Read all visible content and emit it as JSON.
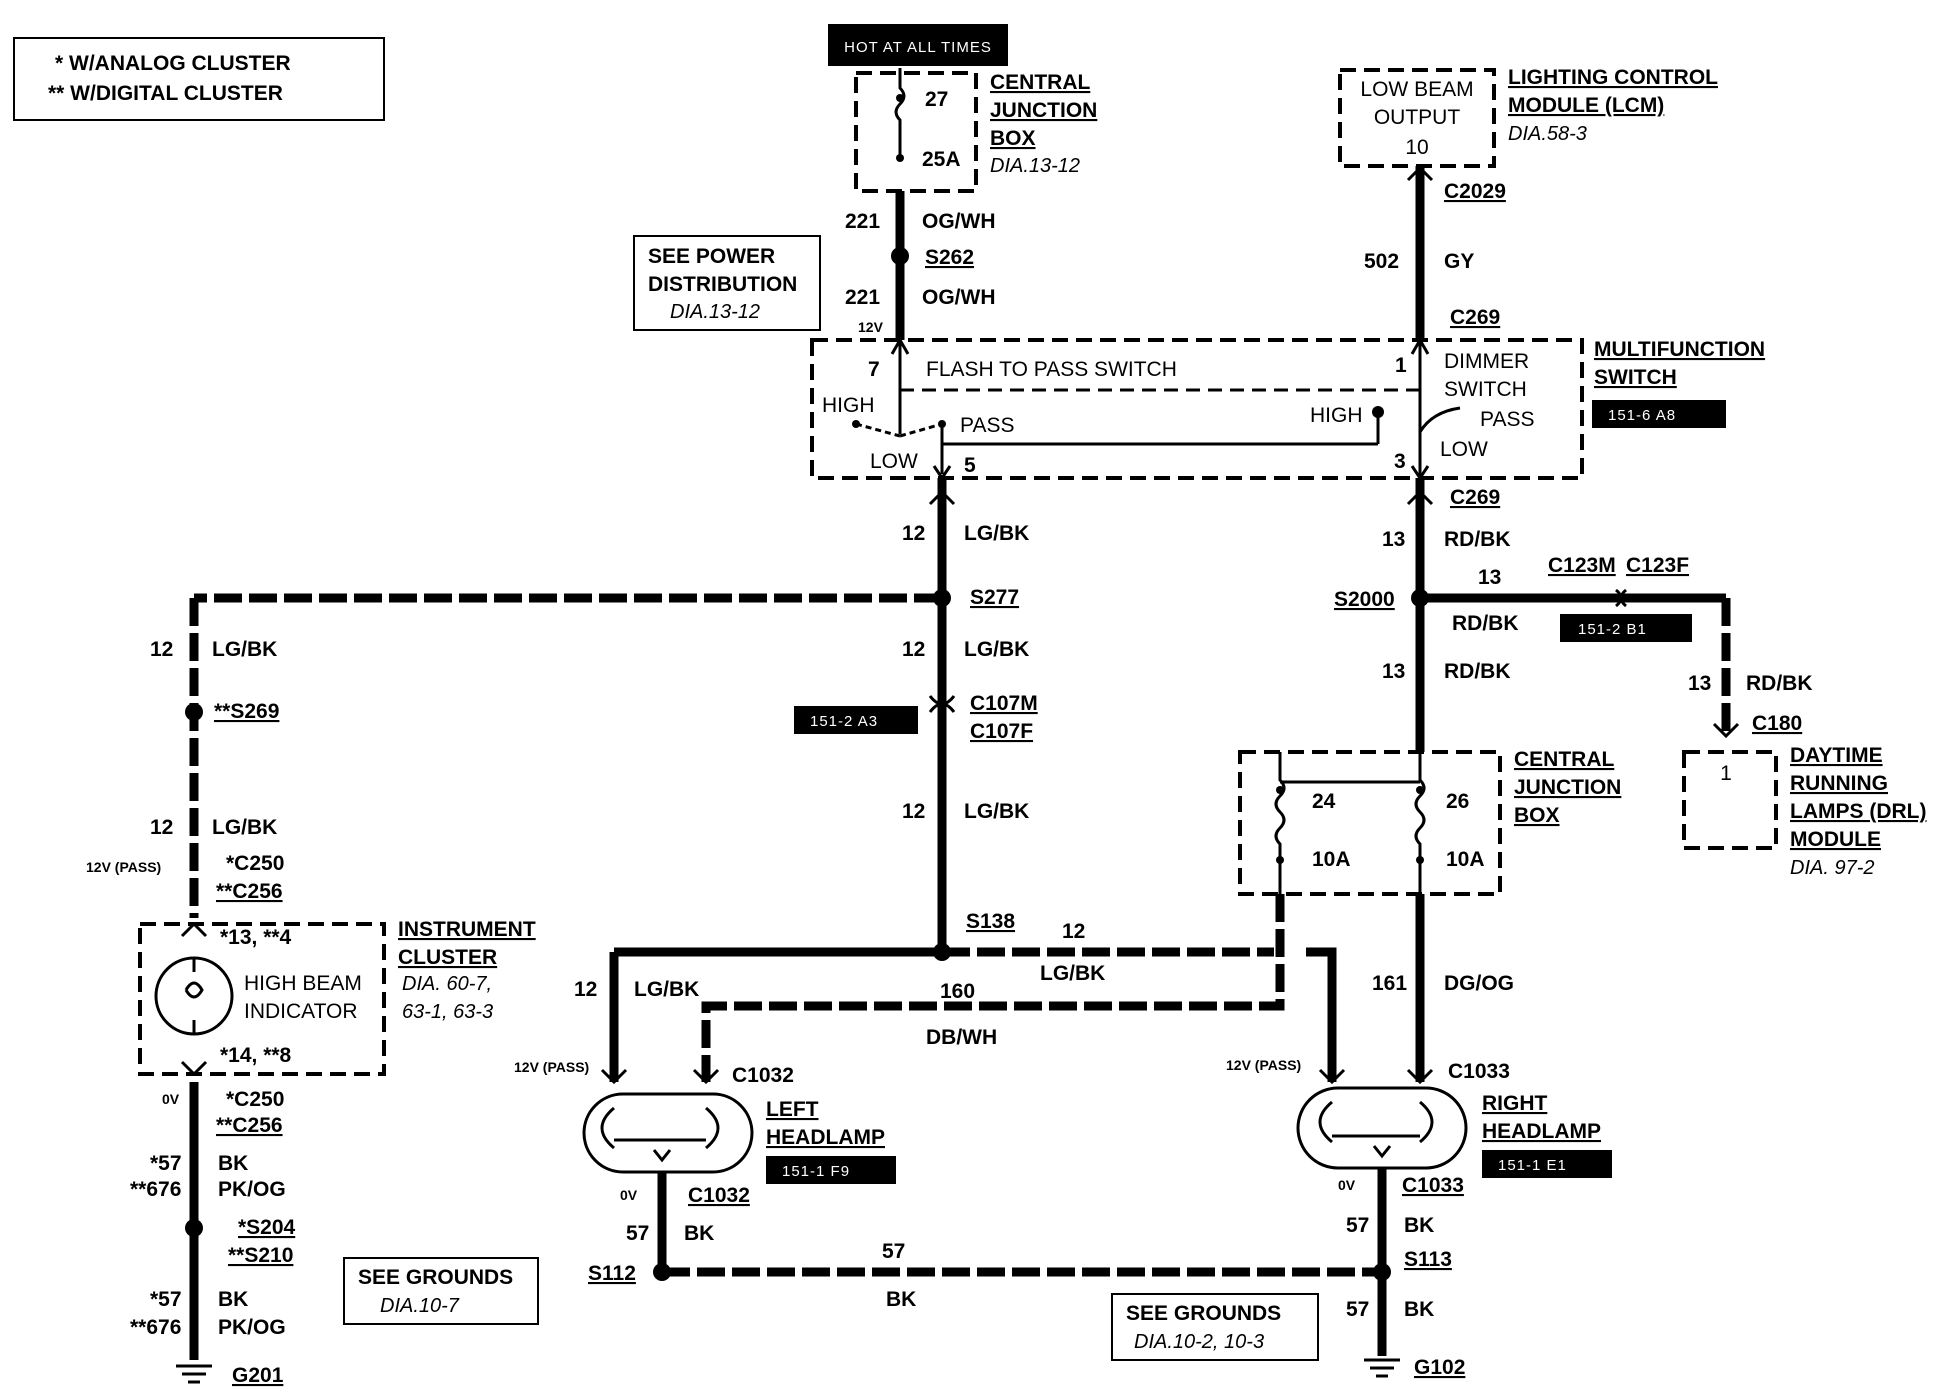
{
  "legend": {
    "analog": "* W/ANALOG CLUSTER",
    "digital": "** W/DIGITAL CLUSTER"
  },
  "hot": "HOT AT ALL TIMES",
  "cjb_top": {
    "fuse": "27",
    "amp": "25A",
    "l1": "CENTRAL",
    "l2": "JUNCTION",
    "l3": "BOX",
    "dia": "DIA.13-12"
  },
  "lcm": {
    "l1": "LOW BEAM",
    "l2": "OUTPUT",
    "pin": "10",
    "t1": "LIGHTING CONTROL",
    "t2": "MODULE (LCM)",
    "dia": "DIA.58-3"
  },
  "w221": {
    "num": "221",
    "color": "OG/WH"
  },
  "s262": "S262",
  "power": {
    "l1": "SEE POWER",
    "l2": "DISTRIBUTION",
    "dia": "DIA.13-12"
  },
  "c2029": "C2029",
  "w502": {
    "num": "502",
    "color": "GY"
  },
  "c269": "C269",
  "v12": "12V",
  "mfs": {
    "t1": "MULTIFUNCTION",
    "t2": "SWITCH",
    "ref": "151-6 A8",
    "p7": "7",
    "flash": "FLASH TO PASS SWITCH",
    "high": "HIGH",
    "pass": "PASS",
    "low": "LOW",
    "p5": "5",
    "p1": "1",
    "dim1": "DIMMER",
    "dim2": "SWITCH",
    "high2": "HIGH",
    "pass2": "PASS",
    "p3": "3",
    "low2": "LOW"
  },
  "wlgbk": {
    "num": "12",
    "color": "LG/BK"
  },
  "wrdbk": {
    "num": "13",
    "color": "RD/BK"
  },
  "s277": "S277",
  "s2000": "S2000",
  "c123m": "C123M",
  "c123f": "C123F",
  "ref_b1": "151-2 B1",
  "ref_a3": "151-2 A3",
  "c107m": "C107M",
  "c107f": "C107F",
  "s269": "**S269",
  "c180": "C180",
  "drl": {
    "pin": "1",
    "l1": "DAYTIME",
    "l2": "RUNNING",
    "l3": "LAMPS (DRL)",
    "l4": "MODULE",
    "dia": "DIA. 97-2"
  },
  "cjb2": {
    "l1": "CENTRAL",
    "l2": "JUNCTION",
    "l3": "BOX",
    "f24": "24",
    "f26": "26",
    "a24": "10A",
    "a26": "10A"
  },
  "v12pass": "12V (PASS)",
  "c250a": "*C250",
  "c256a": "**C256",
  "cluster": {
    "l1": "INSTRUMENT",
    "l2": "CLUSTER",
    "dia1": "DIA. 60-7,",
    "dia2": "63-1, 63-3",
    "pin_top": "*13, **4",
    "ind1": "HIGH BEAM",
    "ind2": "INDICATOR",
    "pin_bot": "*14, **8"
  },
  "s138": "S138",
  "w160": {
    "num": "160",
    "color": "DB/WH"
  },
  "w161": {
    "num": "161",
    "color": "DG/OG"
  },
  "c1032": "C1032",
  "c1033": "C1033",
  "lh": {
    "l1": "LEFT",
    "l2": "HEADLAMP",
    "ref": "151-1 F9"
  },
  "rh": {
    "l1": "RIGHT",
    "l2": "HEADLAMP",
    "ref": "151-1 E1"
  },
  "v0": "0V",
  "c250b": "*C250",
  "c256b": "**C256",
  "w57": "*57",
  "w676": "**676",
  "bk": "BK",
  "pkog": "PK/OG",
  "s204": "*S204",
  "s210": "**S210",
  "n57": "57",
  "s112": "S112",
  "s113": "S113",
  "gnd1": {
    "l1": "SEE GROUNDS",
    "dia": "DIA.10-7"
  },
  "gnd2": {
    "l1": "SEE GROUNDS",
    "dia": "DIA.10-2, 10-3"
  },
  "g201": "G201",
  "g102": "G102"
}
